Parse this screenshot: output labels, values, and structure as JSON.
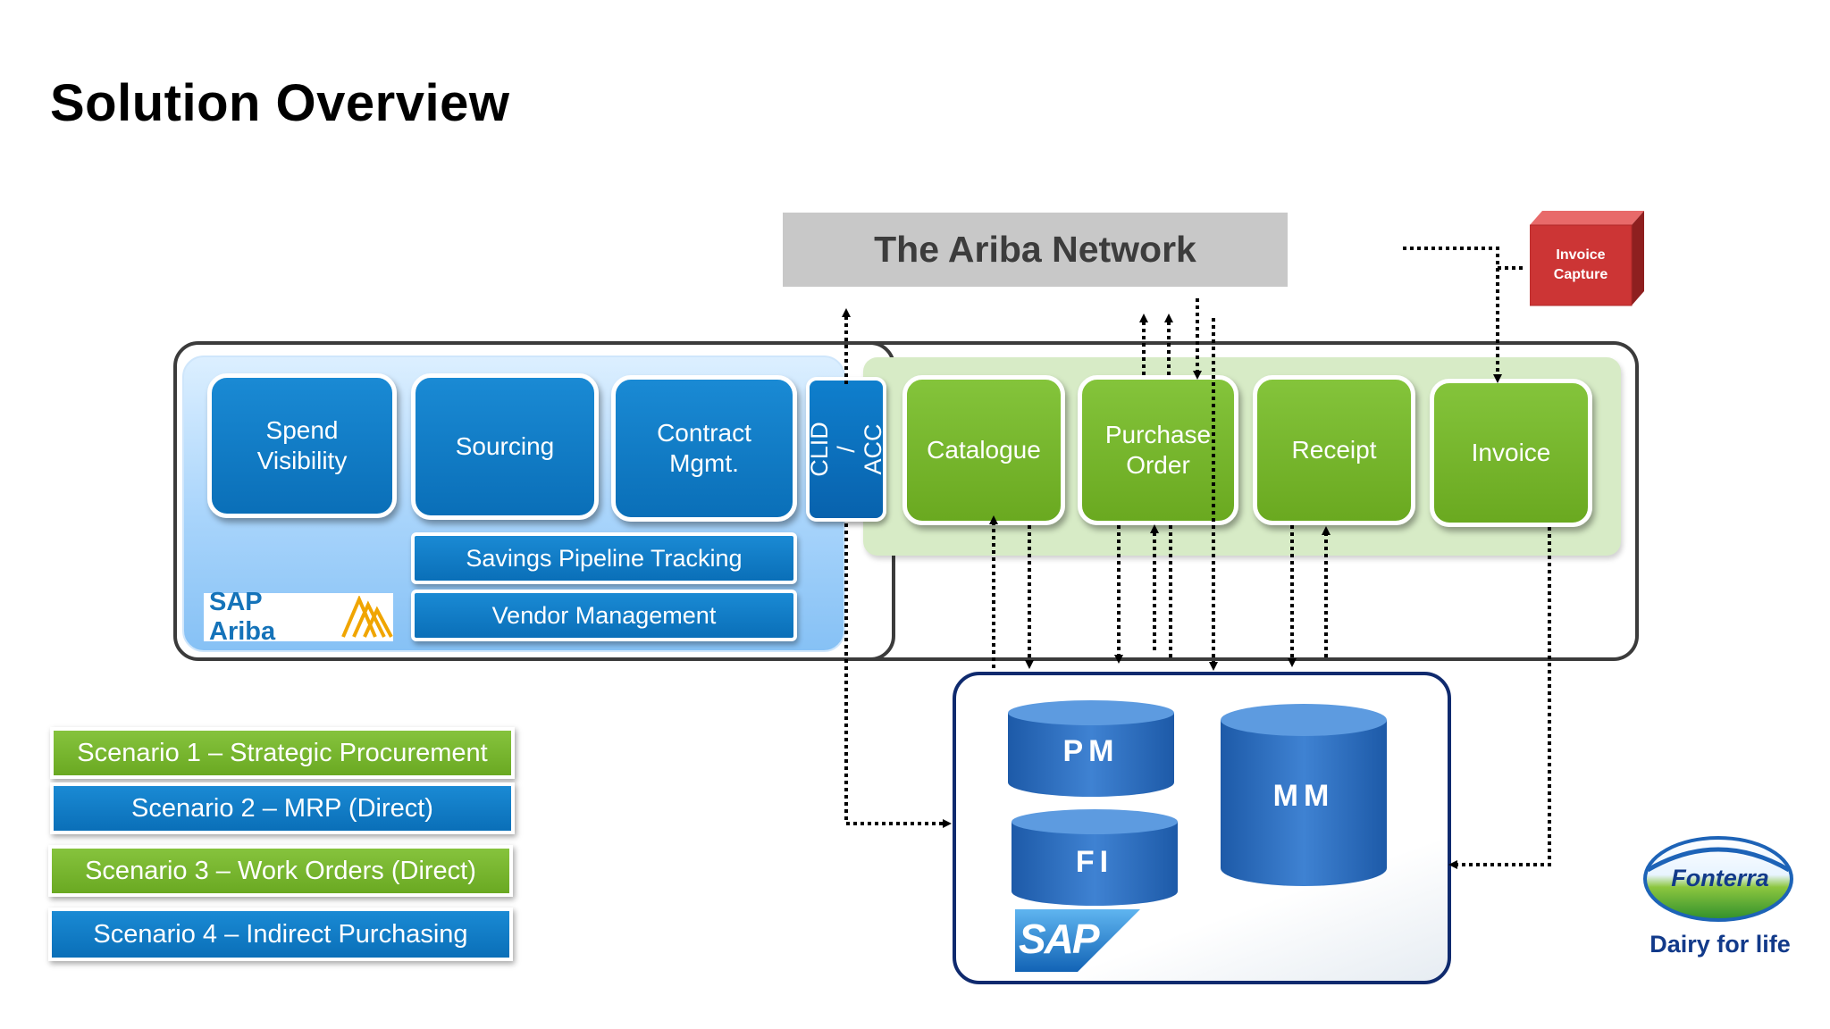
{
  "slide": {
    "title": "Solution Overview"
  },
  "network": {
    "label": "The Ariba Network"
  },
  "invoice_capture": {
    "label": "Invoice\nCapture",
    "color": "#d03a3a"
  },
  "ariba_modules": [
    {
      "label": "Spend\nVisibility"
    },
    {
      "label": "Sourcing"
    },
    {
      "label": "Contract\nMgmt."
    }
  ],
  "ariba_bars": [
    {
      "label": "Savings Pipeline Tracking"
    },
    {
      "label": "Vendor Management"
    }
  ],
  "clid": {
    "label": "CLID /\nACC"
  },
  "sap_ariba_logo": {
    "text": "SAP Ariba",
    "accent": "#f0a500"
  },
  "network_modules": [
    {
      "label": "Catalogue"
    },
    {
      "label": "Purchase\nOrder"
    },
    {
      "label": "Receipt"
    },
    {
      "label": "Invoice"
    }
  ],
  "sap": {
    "databases": [
      {
        "label": "PM"
      },
      {
        "label": "FI"
      },
      {
        "label": "MM"
      }
    ],
    "logo_text": "SAP"
  },
  "scenarios": [
    {
      "label": "Scenario 1 – Strategic Procurement",
      "color": "green"
    },
    {
      "label": "Scenario 2 – MRP (Direct)",
      "color": "blue"
    },
    {
      "label": "Scenario 3 – Work Orders (Direct)",
      "color": "green"
    },
    {
      "label": "Scenario 4 – Indirect Purchasing",
      "color": "blue"
    }
  ],
  "fonterra": {
    "brand": "Fonterra",
    "tagline": "Dairy for life"
  },
  "colors": {
    "ariba_blue": "#0a6fb8",
    "network_green": "#6aa920",
    "sap_navy": "#0f2a6e",
    "gray_header": "#c8c8c8"
  }
}
